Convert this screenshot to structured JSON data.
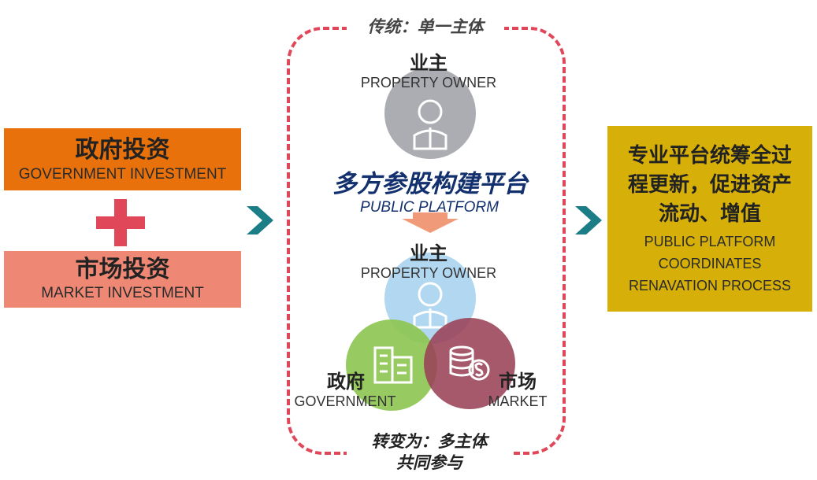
{
  "left": {
    "government": {
      "zh": "政府投资",
      "en": "GOVERNMENT INVESTMENT"
    },
    "market": {
      "zh": "市场投资",
      "en": "MARKET INVESTMENT"
    }
  },
  "center": {
    "top_caption": "传统：单一主体",
    "owner_top": {
      "zh": "业主",
      "en": "PROPERTY OWNER"
    },
    "platform": {
      "zh": "多方参股构建平台",
      "en": "PUBLIC PLATFORM"
    },
    "owner_bottom": {
      "zh": "业主",
      "en": "PROPERTY OWNER"
    },
    "government": {
      "zh": "政府",
      "en": "GOVERNMENT"
    },
    "market": {
      "zh": "市场",
      "en": "MARKET"
    },
    "bottom_caption_line1": "转变为：多主体",
    "bottom_caption_line2": "共同参与"
  },
  "right": {
    "zh_line1": "专业平台统筹全过",
    "zh_line2": "程更新，促进资产",
    "zh_line3": "流动、增值",
    "en_line1": "PUBLIC PLATFORM",
    "en_line2": "COORDINATES",
    "en_line3": "RENAVATION PROCESS"
  },
  "colors": {
    "government_box": "#e8710b",
    "market_box": "#ee8874",
    "plus": "#e0485a",
    "frame": "#e0485a",
    "arrow": "#1b7d86",
    "owner_circle_top": "#acadb2",
    "owner_circle_bottom": "#a9d3ef",
    "government_circle": "#8ec653",
    "market_circle": "#9a4257",
    "platform_text": "#13306e",
    "down_arrow": "#f09a7a",
    "result_box": "#d6b008"
  }
}
